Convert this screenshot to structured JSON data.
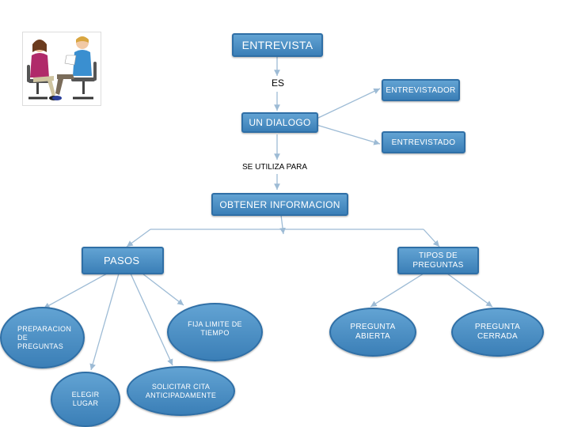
{
  "diagram": {
    "title": "ENTREVISTA",
    "label_es": "ES",
    "dialog": "UN DIALOGO",
    "interviewer": "ENTREVISTADOR",
    "interviewee": "ENTREVISTADO",
    "label_used_for": "SE UTILIZA PARA",
    "goal": "OBTENER INFORMACION",
    "steps": "PASOS",
    "question_types": "TIPOS DE PREGUNTAS",
    "step_preparation": "PREPARACION DE PREGUNTAS",
    "step_time_limit": "FIJA LIMITE DE TIEMPO",
    "step_place": "ELEGIR LUGAR",
    "step_request": "SOLICITAR CITA ANTICIPADAMENTE",
    "open_question": "PREGUNTA ABIERTA",
    "closed_question": "PREGUNTA CERRADA"
  },
  "colors": {
    "node_fill_top": "#62a3d3",
    "node_fill_bottom": "#3b7fb7",
    "node_border": "#2f6fa6",
    "connector": "#9dbbd5"
  },
  "illustration": {
    "icon": "two-people-interview-icon"
  }
}
